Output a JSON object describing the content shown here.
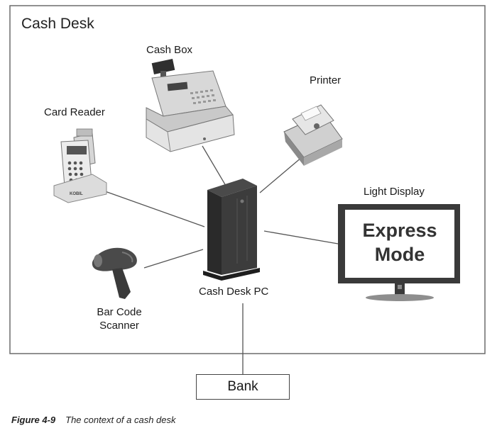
{
  "frame": {
    "title": "Cash Desk"
  },
  "devices": {
    "cash_box": {
      "label": "Cash Box"
    },
    "printer": {
      "label": "Printer"
    },
    "card_reader": {
      "label": "Card Reader"
    },
    "light_display": {
      "label": "Light Display",
      "line1": "Express",
      "line2": "Mode"
    },
    "bar_code_scanner": {
      "label_line1": "Bar Code",
      "label_line2": "Scanner"
    },
    "cash_desk_pc": {
      "label": "Cash Desk PC"
    },
    "card_reader_brand": "KOBIL"
  },
  "bank": {
    "label": "Bank"
  },
  "caption": {
    "number": "Figure 4-9",
    "text": "The context of a cash desk"
  },
  "colors": {
    "line": "#555555",
    "frame": "#6b6b6b",
    "device_light": "#e2e2e2",
    "device_dark": "#3a3a3a"
  }
}
